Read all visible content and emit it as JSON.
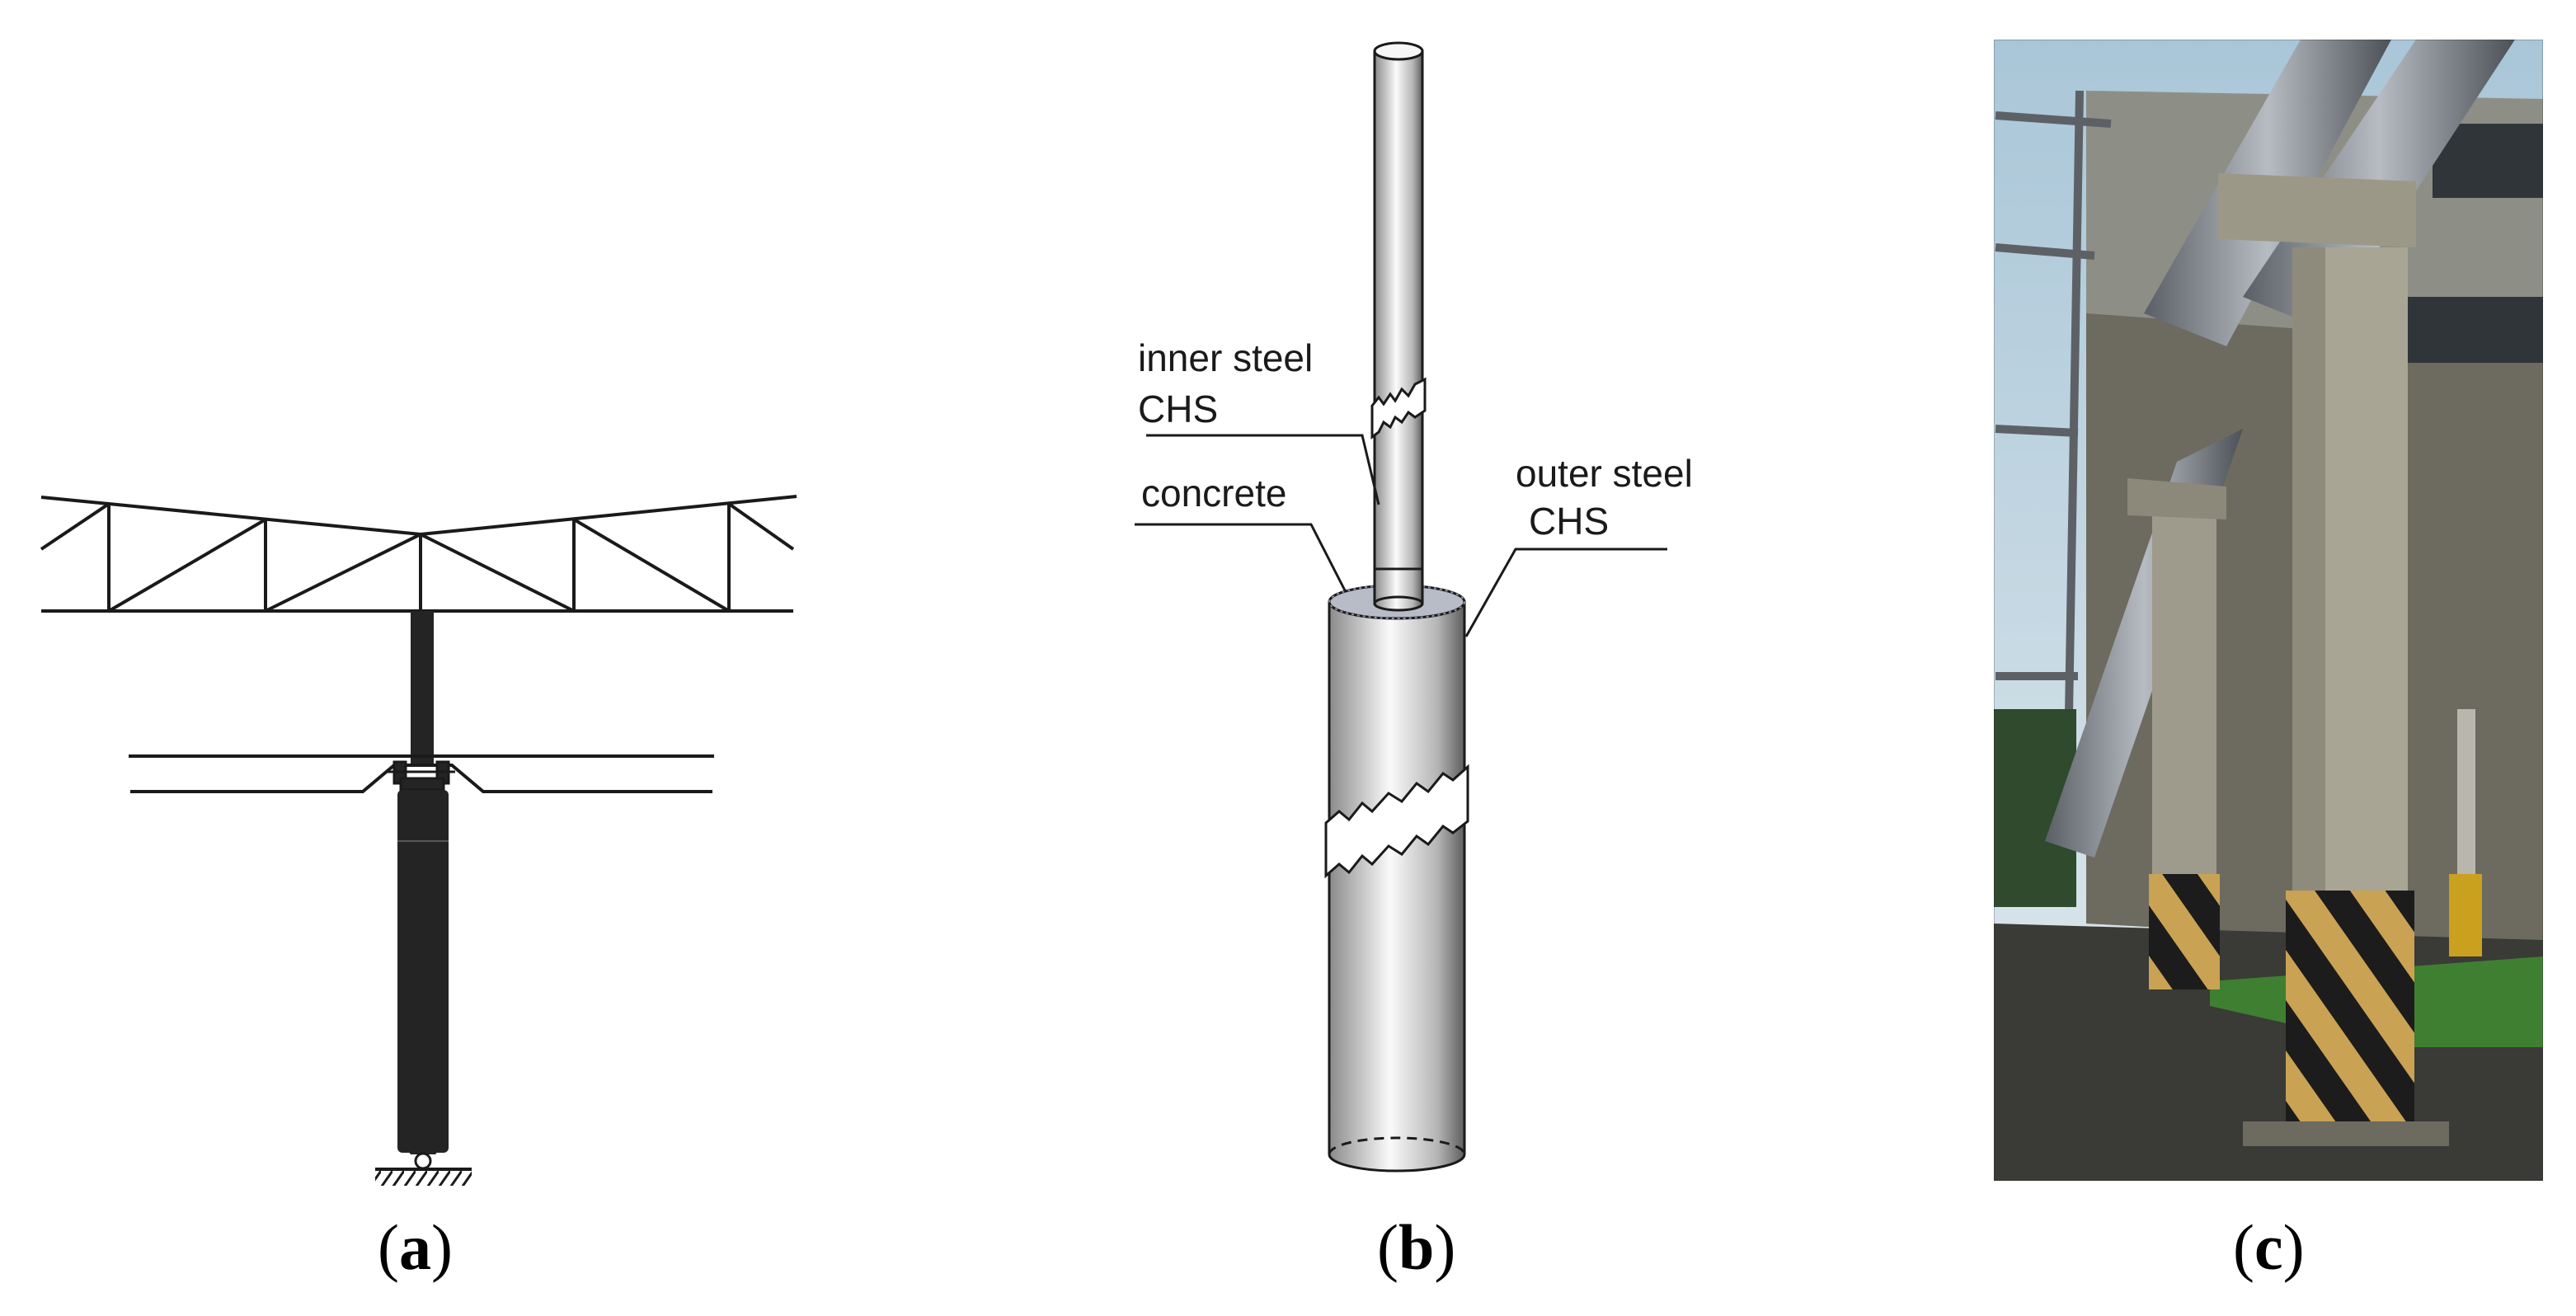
{
  "panels": [
    {
      "id": "a",
      "caption_open": "(",
      "caption_letter": "a",
      "caption_close": ")"
    },
    {
      "id": "b",
      "caption_open": "(",
      "caption_letter": "b",
      "caption_close": ")",
      "labels": {
        "inner_line1": "inner steel",
        "inner_line2": "CHS",
        "concrete": "concrete",
        "outer_line1": "outer steel",
        "outer_line2": "CHS"
      }
    },
    {
      "id": "c",
      "caption_open": "(",
      "caption_letter": "c",
      "caption_close": ")"
    }
  ],
  "colors": {
    "ink": "#1a1a1a",
    "column": "#242424",
    "steel_light": "#f4f4f4",
    "steel_dark": "#6e6e6e",
    "concrete": "#b8b8b8",
    "hazard_yellow": "#c9a254",
    "hazard_black": "#1c1c1c",
    "grass": "#3f7f31",
    "sky": "#c9dbe6"
  }
}
